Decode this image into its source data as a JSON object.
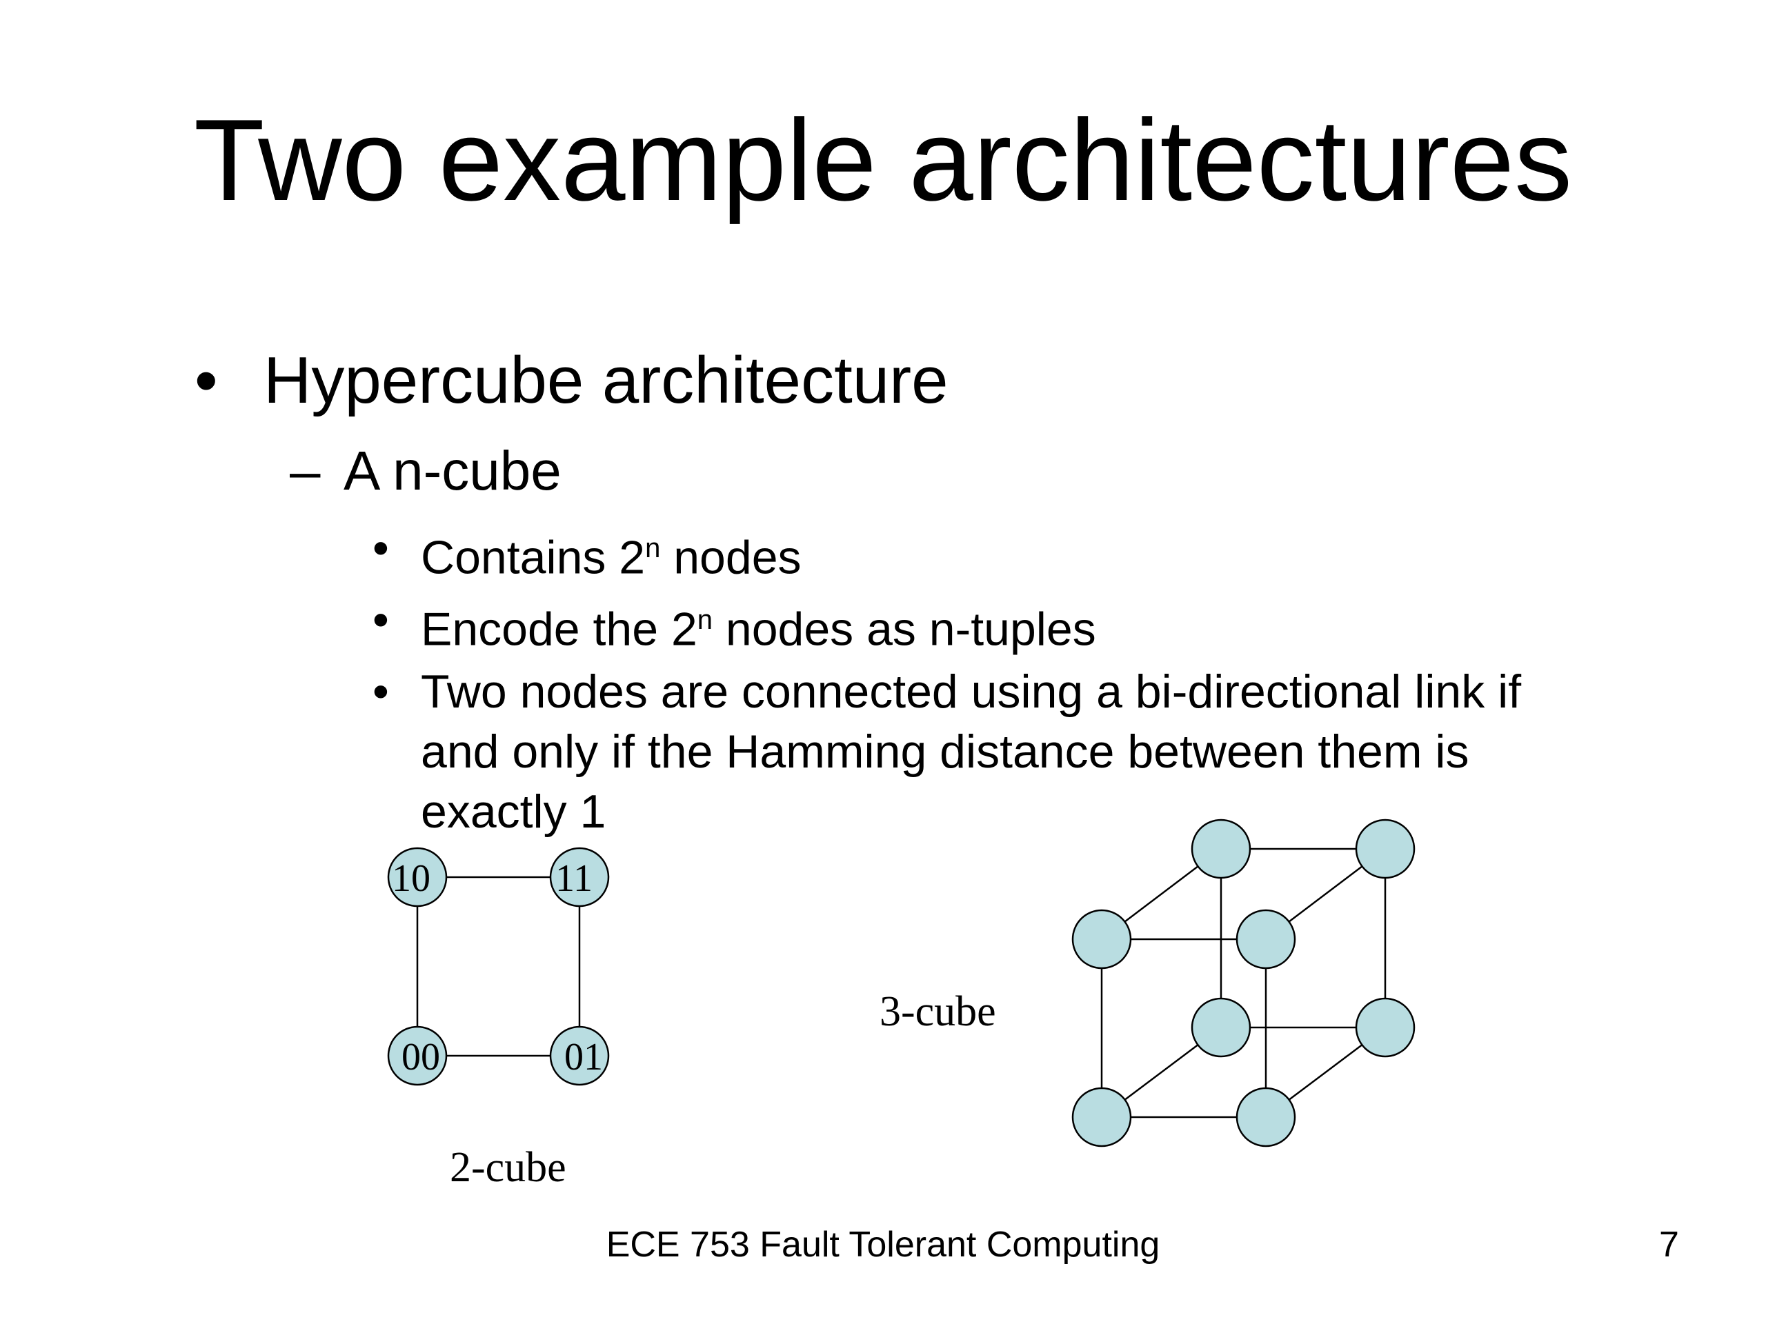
{
  "slide": {
    "title": "Two example architectures",
    "bullets": {
      "level1": {
        "marker": "•",
        "text": "Hypercube architecture"
      },
      "level2": {
        "marker": "–",
        "text": "A n-cube"
      },
      "level3": [
        {
          "marker": "•",
          "before": "Contains 2",
          "sup": "n",
          "after": " nodes"
        },
        {
          "marker": "•",
          "before": "Encode the 2",
          "sup": "n",
          "after": " nodes as n-tuples"
        },
        {
          "marker": "•",
          "lines": [
            "Two nodes are connected using a bi-directional link if",
            "and only if the Hamming distance between them is",
            "exactly 1"
          ]
        }
      ]
    },
    "two_cube": {
      "caption": "2-cube",
      "node_labels": [
        "10",
        "11",
        "00",
        "01"
      ]
    },
    "three_cube": {
      "caption": "3-cube"
    },
    "footer": {
      "course": "ECE 753 Fault Tolerant Computing",
      "page_number": "7"
    },
    "colors": {
      "node_fill": "#b9dde1",
      "stroke": "#000000"
    }
  }
}
